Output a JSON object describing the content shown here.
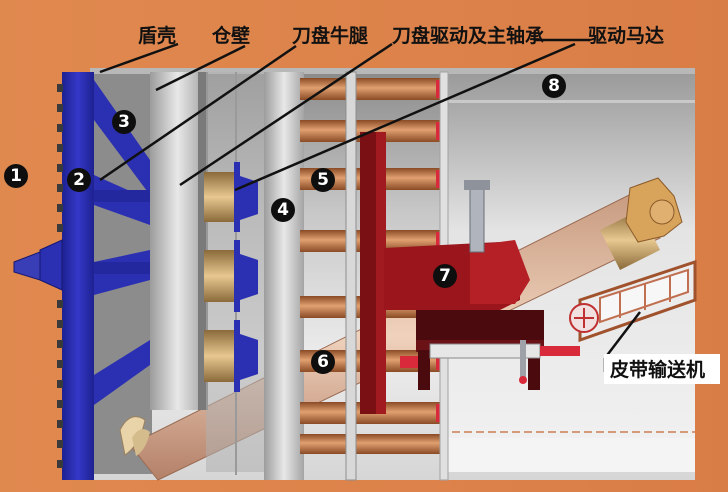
{
  "labels": {
    "shield": "盾壳",
    "bulkhead": "仓壁",
    "cutter_leg": "刀盘牛腿",
    "drive_bearing": "刀盘驱动及主轴承",
    "motor": "驱动马达",
    "belt": "皮带输送机"
  },
  "markers": [
    "1",
    "2",
    "3",
    "4",
    "5",
    "6",
    "7",
    "8"
  ],
  "colors": {
    "background": "#e0894f",
    "cutterhead": "#2b2fb2",
    "ring": "#7a1014",
    "cylinder": "#c98255",
    "marker": "#0e0e0e"
  }
}
